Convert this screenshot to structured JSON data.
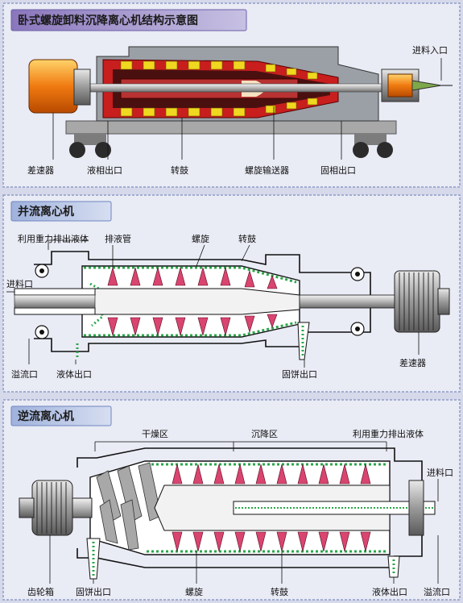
{
  "colors": {
    "page_bg": "#d6d9ea",
    "panel_border": "#8e9cc7",
    "title_bar_top": "#9a8cc3",
    "title_bar_title2": "#b0bde0",
    "casing_red": "#c81e1e",
    "screw_yellow": "#f0d820",
    "motor_orange": "#f07a10",
    "liquid_green": "#2aa64a",
    "blade_red": "#d9456f",
    "metal_gray": "#8a8a8a"
  },
  "panels": [
    {
      "title": "卧式螺旋卸料沉降离心机结构示意图",
      "labels": {
        "inlet": "进料入口",
        "differential": "差速器",
        "liquid_outlet": "液相出口",
        "bowl": "转鼓",
        "screw_conveyor": "螺旋输送器",
        "solid_outlet": "固相出口"
      }
    },
    {
      "title": "并流离心机",
      "labels": {
        "gravity_discharge": "利用重力排出液体",
        "drain_pipe": "排液管",
        "screw": "螺旋",
        "bowl": "转鼓",
        "feed_inlet": "进料口",
        "overflow": "溢流口",
        "liquid_outlet": "液体出口",
        "cake_outlet": "固饼出口",
        "differential": "差速器"
      }
    },
    {
      "title": "逆流离心机",
      "labels": {
        "drying_zone": "干燥区",
        "settling_zone": "沉降区",
        "gravity_discharge": "利用重力排出液体",
        "feed_inlet": "进料口",
        "gearbox": "齿轮箱",
        "cake_outlet": "固饼出口",
        "screw": "螺旋",
        "bowl": "转鼓",
        "liquid_outlet": "液体出口",
        "overflow": "溢流口"
      }
    }
  ]
}
